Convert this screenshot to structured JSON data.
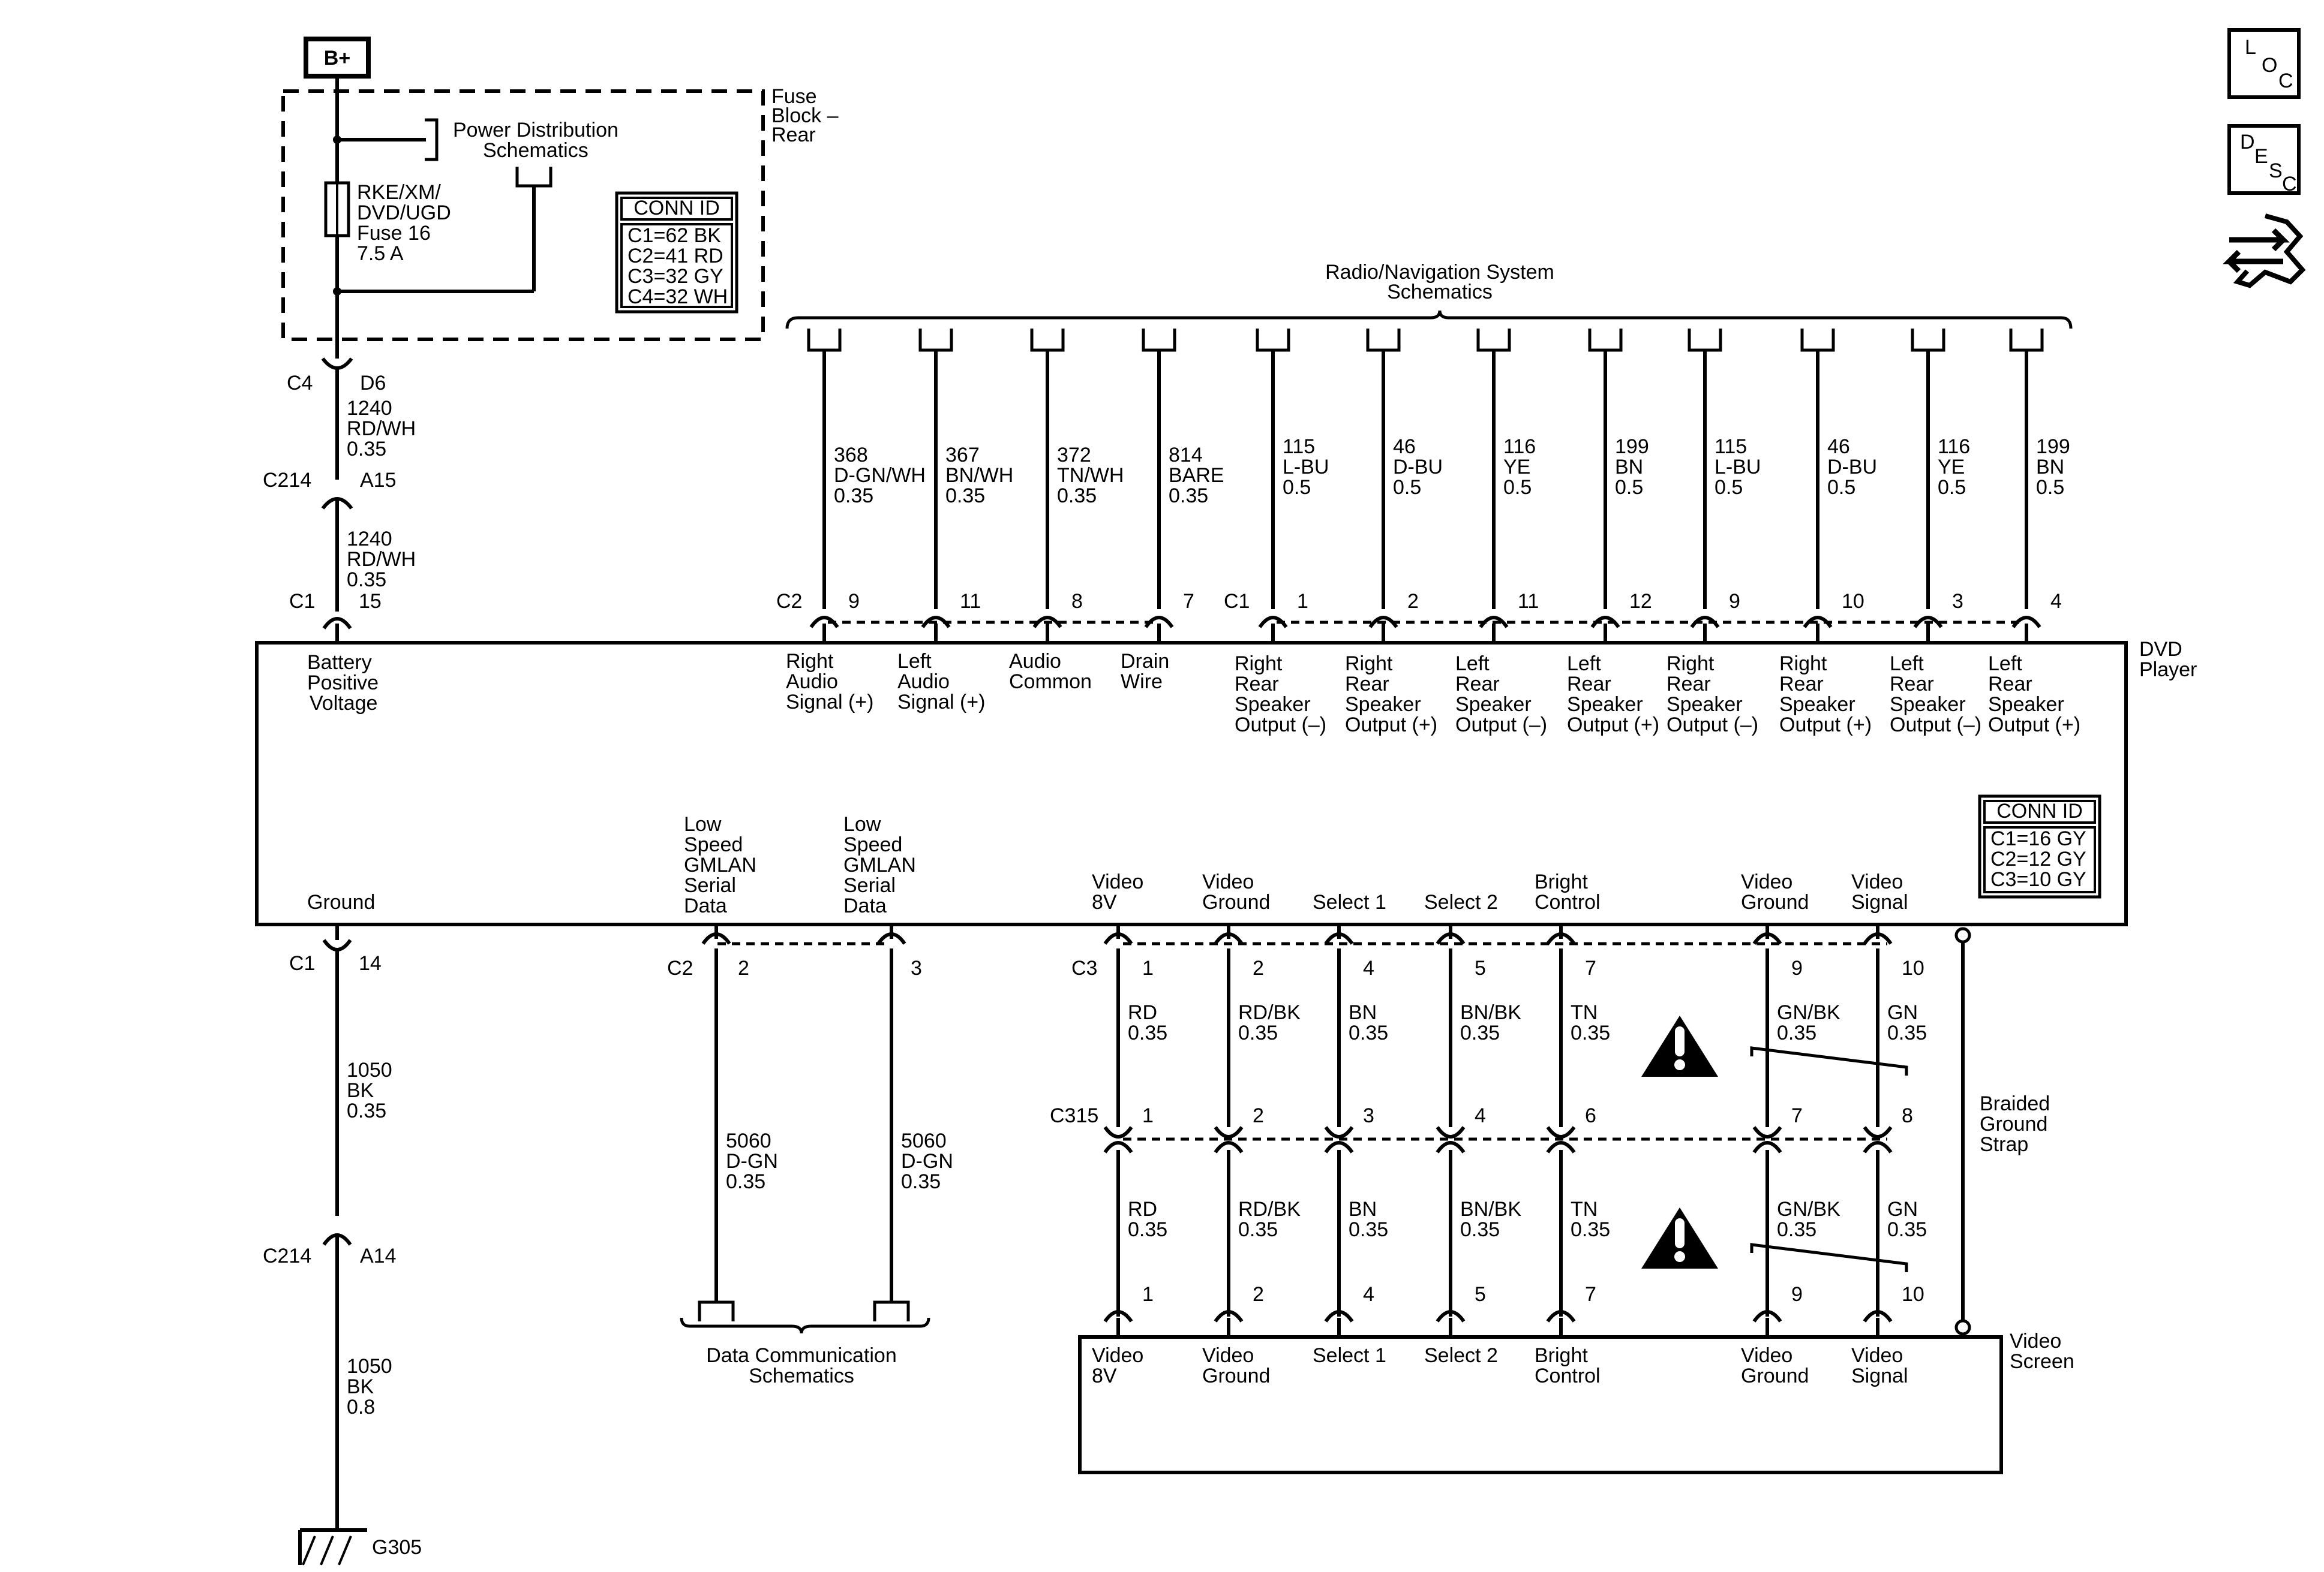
{
  "header": {
    "bplus": "B+",
    "fuse_block": [
      "Fuse",
      "Block –",
      "Rear"
    ],
    "power_distribution": [
      "Power Distribution",
      "Schematics"
    ],
    "fuse_label": [
      "RKE/XM/",
      "DVD/UGD",
      "Fuse 16",
      "7.5 A"
    ]
  },
  "conn_id_fuse": {
    "title": "CONN ID",
    "rows": [
      "C1=62 BK",
      "C2=41 RD",
      "C3=32 GY",
      "C4=32 WH"
    ]
  },
  "conn_id_dvd": {
    "title": "CONN ID",
    "rows": [
      "C1=16 GY",
      "C2=12 GY",
      "C3=10 GY"
    ]
  },
  "power_path": {
    "c4": "C4",
    "d6": "D6",
    "wire1": [
      "1240",
      "RD/WH",
      "0.35"
    ],
    "c214": "C214",
    "a15": "A15",
    "wire2": [
      "1240",
      "RD/WH",
      "0.35"
    ],
    "c1": "C1",
    "pin15": "15"
  },
  "radio_nav": [
    "Radio/Navigation System",
    "Schematics"
  ],
  "top_wires": [
    {
      "wire": [
        "368",
        "D-GN/WH",
        "0.35"
      ],
      "pin": "9",
      "func": [
        "Right",
        "Audio",
        "Signal (+)"
      ]
    },
    {
      "wire": [
        "367",
        "BN/WH",
        "0.35"
      ],
      "pin": "11",
      "func": [
        "Left",
        "Audio",
        "Signal (+)"
      ]
    },
    {
      "wire": [
        "372",
        "TN/WH",
        "0.35"
      ],
      "pin": "8",
      "func": [
        "Audio",
        "Common"
      ]
    },
    {
      "wire": [
        "814",
        "BARE",
        "0.35"
      ],
      "pin": "7",
      "func": [
        "Drain",
        "Wire"
      ]
    },
    {
      "wire": [
        "115",
        "L-BU",
        "0.5"
      ],
      "pin": "1",
      "func": [
        "Right",
        "Rear",
        "Speaker",
        "Output (–)"
      ]
    },
    {
      "wire": [
        "46",
        "D-BU",
        "0.5"
      ],
      "pin": "2",
      "func": [
        "Right",
        "Rear",
        "Speaker",
        "Output (+)"
      ]
    },
    {
      "wire": [
        "116",
        "YE",
        "0.5"
      ],
      "pin": "11",
      "func": [
        "Left",
        "Rear",
        "Speaker",
        "Output (–)"
      ]
    },
    {
      "wire": [
        "199",
        "BN",
        "0.5"
      ],
      "pin": "12",
      "func": [
        "Left",
        "Rear",
        "Speaker",
        "Output (+)"
      ]
    },
    {
      "wire": [
        "115",
        "L-BU",
        "0.5"
      ],
      "pin": "9",
      "func": [
        "Right",
        "Rear",
        "Speaker",
        "Output (–)"
      ]
    },
    {
      "wire": [
        "46",
        "D-BU",
        "0.5"
      ],
      "pin": "10",
      "func": [
        "Right",
        "Rear",
        "Speaker",
        "Output (+)"
      ]
    },
    {
      "wire": [
        "116",
        "YE",
        "0.5"
      ],
      "pin": "3",
      "func": [
        "Left",
        "Rear",
        "Speaker",
        "Output (–)"
      ]
    },
    {
      "wire": [
        "199",
        "BN",
        "0.5"
      ],
      "pin": "4",
      "func": [
        "Left",
        "Rear",
        "Speaker",
        "Output (+)"
      ]
    }
  ],
  "top_conn_c2": "C2",
  "top_conn_c1": "C1",
  "dvd": {
    "name": [
      "DVD",
      "Player"
    ],
    "battery": [
      "Battery",
      "Positive",
      "Voltage"
    ],
    "ground": "Ground",
    "lsgmlan": [
      "Low",
      "Speed",
      "GMLAN",
      "Serial",
      "Data"
    ]
  },
  "ground_path": {
    "c1": "C1",
    "pin14": "14",
    "wire1": [
      "1050",
      "BK",
      "0.35"
    ],
    "c214": "C214",
    "a14": "A14",
    "wire2": [
      "1050",
      "BK",
      "0.8"
    ],
    "g305": "G305"
  },
  "data_path": {
    "c2": "C2",
    "pins": [
      "2",
      "3"
    ],
    "wire": [
      "5060",
      "D-GN",
      "0.35"
    ],
    "schematics": [
      "Data Communication",
      "Schematics"
    ]
  },
  "video": {
    "c3": "C3",
    "c315": "C315",
    "columns": [
      {
        "func": [
          "Video",
          "8V"
        ],
        "p1": "1",
        "w1": [
          "RD",
          "0.35"
        ],
        "p2": "1",
        "w2": [
          "RD",
          "0.35"
        ],
        "p3": "1"
      },
      {
        "func": [
          "Video",
          "Ground"
        ],
        "p1": "2",
        "w1": [
          "RD/BK",
          "0.35"
        ],
        "p2": "2",
        "w2": [
          "RD/BK",
          "0.35"
        ],
        "p3": "2"
      },
      {
        "func": [
          "Select 1"
        ],
        "p1": "4",
        "w1": [
          "BN",
          "0.35"
        ],
        "p2": "3",
        "w2": [
          "BN",
          "0.35"
        ],
        "p3": "4"
      },
      {
        "func": [
          "Select 2"
        ],
        "p1": "5",
        "w1": [
          "BN/BK",
          "0.35"
        ],
        "p2": "4",
        "w2": [
          "BN/BK",
          "0.35"
        ],
        "p3": "5"
      },
      {
        "func": [
          "Bright",
          "Control"
        ],
        "p1": "7",
        "w1": [
          "TN",
          "0.35"
        ],
        "p2": "6",
        "w2": [
          "TN",
          "0.35"
        ],
        "p3": "7"
      },
      {
        "func": [
          "Video",
          "Ground"
        ],
        "p1": "9",
        "w1": [
          "GN/BK",
          "0.35"
        ],
        "p2": "7",
        "w2": [
          "GN/BK",
          "0.35"
        ],
        "p3": "9"
      },
      {
        "func": [
          "Video",
          "Signal"
        ],
        "p1": "10",
        "w1": [
          "GN",
          "0.35"
        ],
        "p2": "8",
        "w2": [
          "GN",
          "0.35"
        ],
        "p3": "10"
      }
    ],
    "braided": [
      "Braided",
      "Ground",
      "Strap"
    ],
    "screen_name": [
      "Video",
      "Screen"
    ]
  },
  "icons": {
    "loc": [
      "L",
      "O",
      "C"
    ],
    "desc": [
      "D",
      "E",
      "S",
      "C"
    ]
  }
}
